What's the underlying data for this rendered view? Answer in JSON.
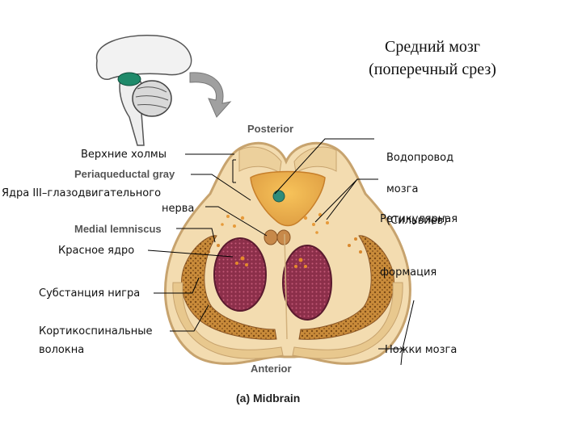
{
  "title_ru": [
    "Средний мозг",
    "(поперечный срез)"
  ],
  "orientation": {
    "posterior": "Posterior",
    "anterior": "Anterior"
  },
  "caption": {
    "letter": "(a)",
    "text": "Midbrain"
  },
  "labels_left": {
    "superior_colliculi": "Верхние холмы",
    "periaqueductal_gray": "Periaqueductal gray",
    "oculomotor_nuclei_line1": "Ядра III–глазодвигательного",
    "oculomotor_nuclei_line2": "нерва",
    "medial_lemniscus": "Medial lemniscus",
    "red_nucleus": "Красное ядро",
    "substantia_nigra": "Субстанция нигра",
    "corticospinal_line1": "Кортикоспинальные",
    "corticospinal_line2": "волокна"
  },
  "labels_right": {
    "aqueduct_line1": "Водопровод",
    "aqueduct_line2": "мозга",
    "aqueduct_line3": "(Сильвиев)",
    "reticular_line1": "Ретикулярная",
    "reticular_line2": "формация",
    "cerebral_peduncles": "Ножки мозга"
  },
  "colors": {
    "tissue": "#f3dcb0",
    "tissue_edge": "#c7a36e",
    "gray_matter": "#e8a94a",
    "red_nucleus": "#8c2f4a",
    "substantia_nigra": "#b07a2e",
    "aqueduct": "#2e8c7a"
  }
}
